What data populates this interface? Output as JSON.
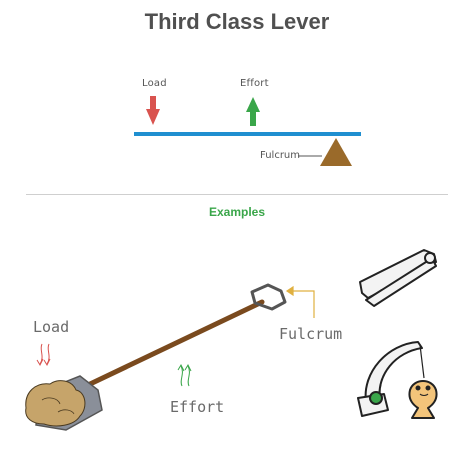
{
  "title": "Third Class Lever",
  "diagram": {
    "load_label": "Load",
    "effort_label": "Effort",
    "fulcrum_label": "Fulcrum"
  },
  "examples": {
    "heading": "Examples",
    "shovel": {
      "load_label": "Load",
      "effort_label": "Effort",
      "fulcrum_label": "Fulcrum"
    },
    "icons": [
      "tongs-icon",
      "fishing-rod-icon"
    ]
  },
  "colors": {
    "lever_beam": "#1f8fd0",
    "load_arrow": "#d9534f",
    "effort_arrow": "#3aa64a",
    "fulcrum": "#9a6a2a",
    "shovel_handle": "#7a4a1e",
    "shovel_blade": "#8a8f99",
    "fulcrum_marker": "#e0b040",
    "title": "#505050",
    "examples_heading": "#3aa64a"
  }
}
